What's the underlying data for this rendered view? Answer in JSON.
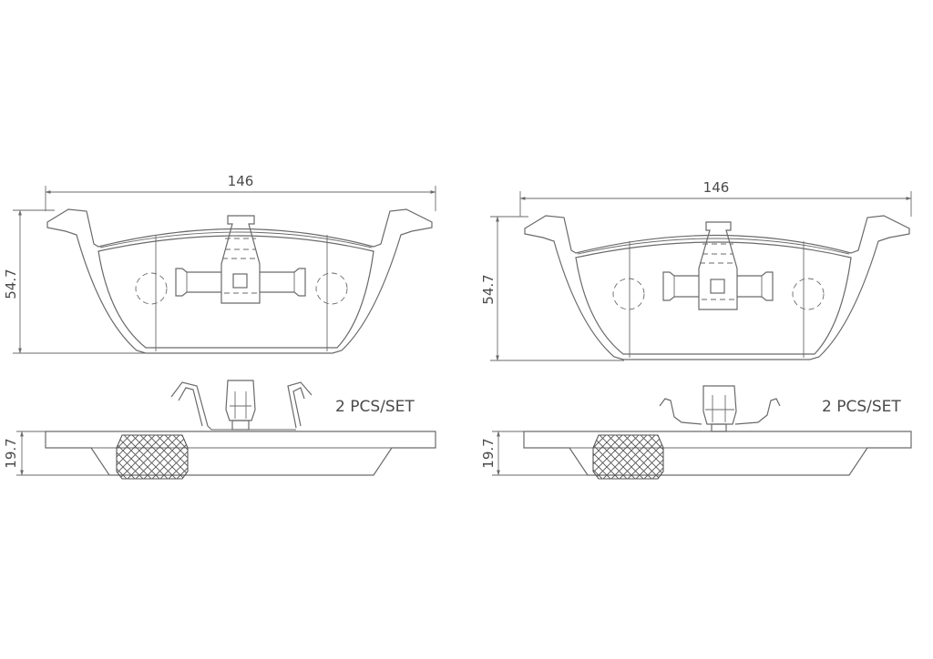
{
  "pads": [
    {
      "width_label": "146",
      "height_label": "54.7",
      "thickness_label": "19.7",
      "qty_label": "2  PCS/SET"
    },
    {
      "width_label": "146",
      "height_label": "54.7",
      "thickness_label": "19.7",
      "qty_label": "2  PCS/SET"
    }
  ],
  "colors": {
    "line": "#6a6a6a",
    "text": "#4a4a4a",
    "background": "#ffffff"
  }
}
